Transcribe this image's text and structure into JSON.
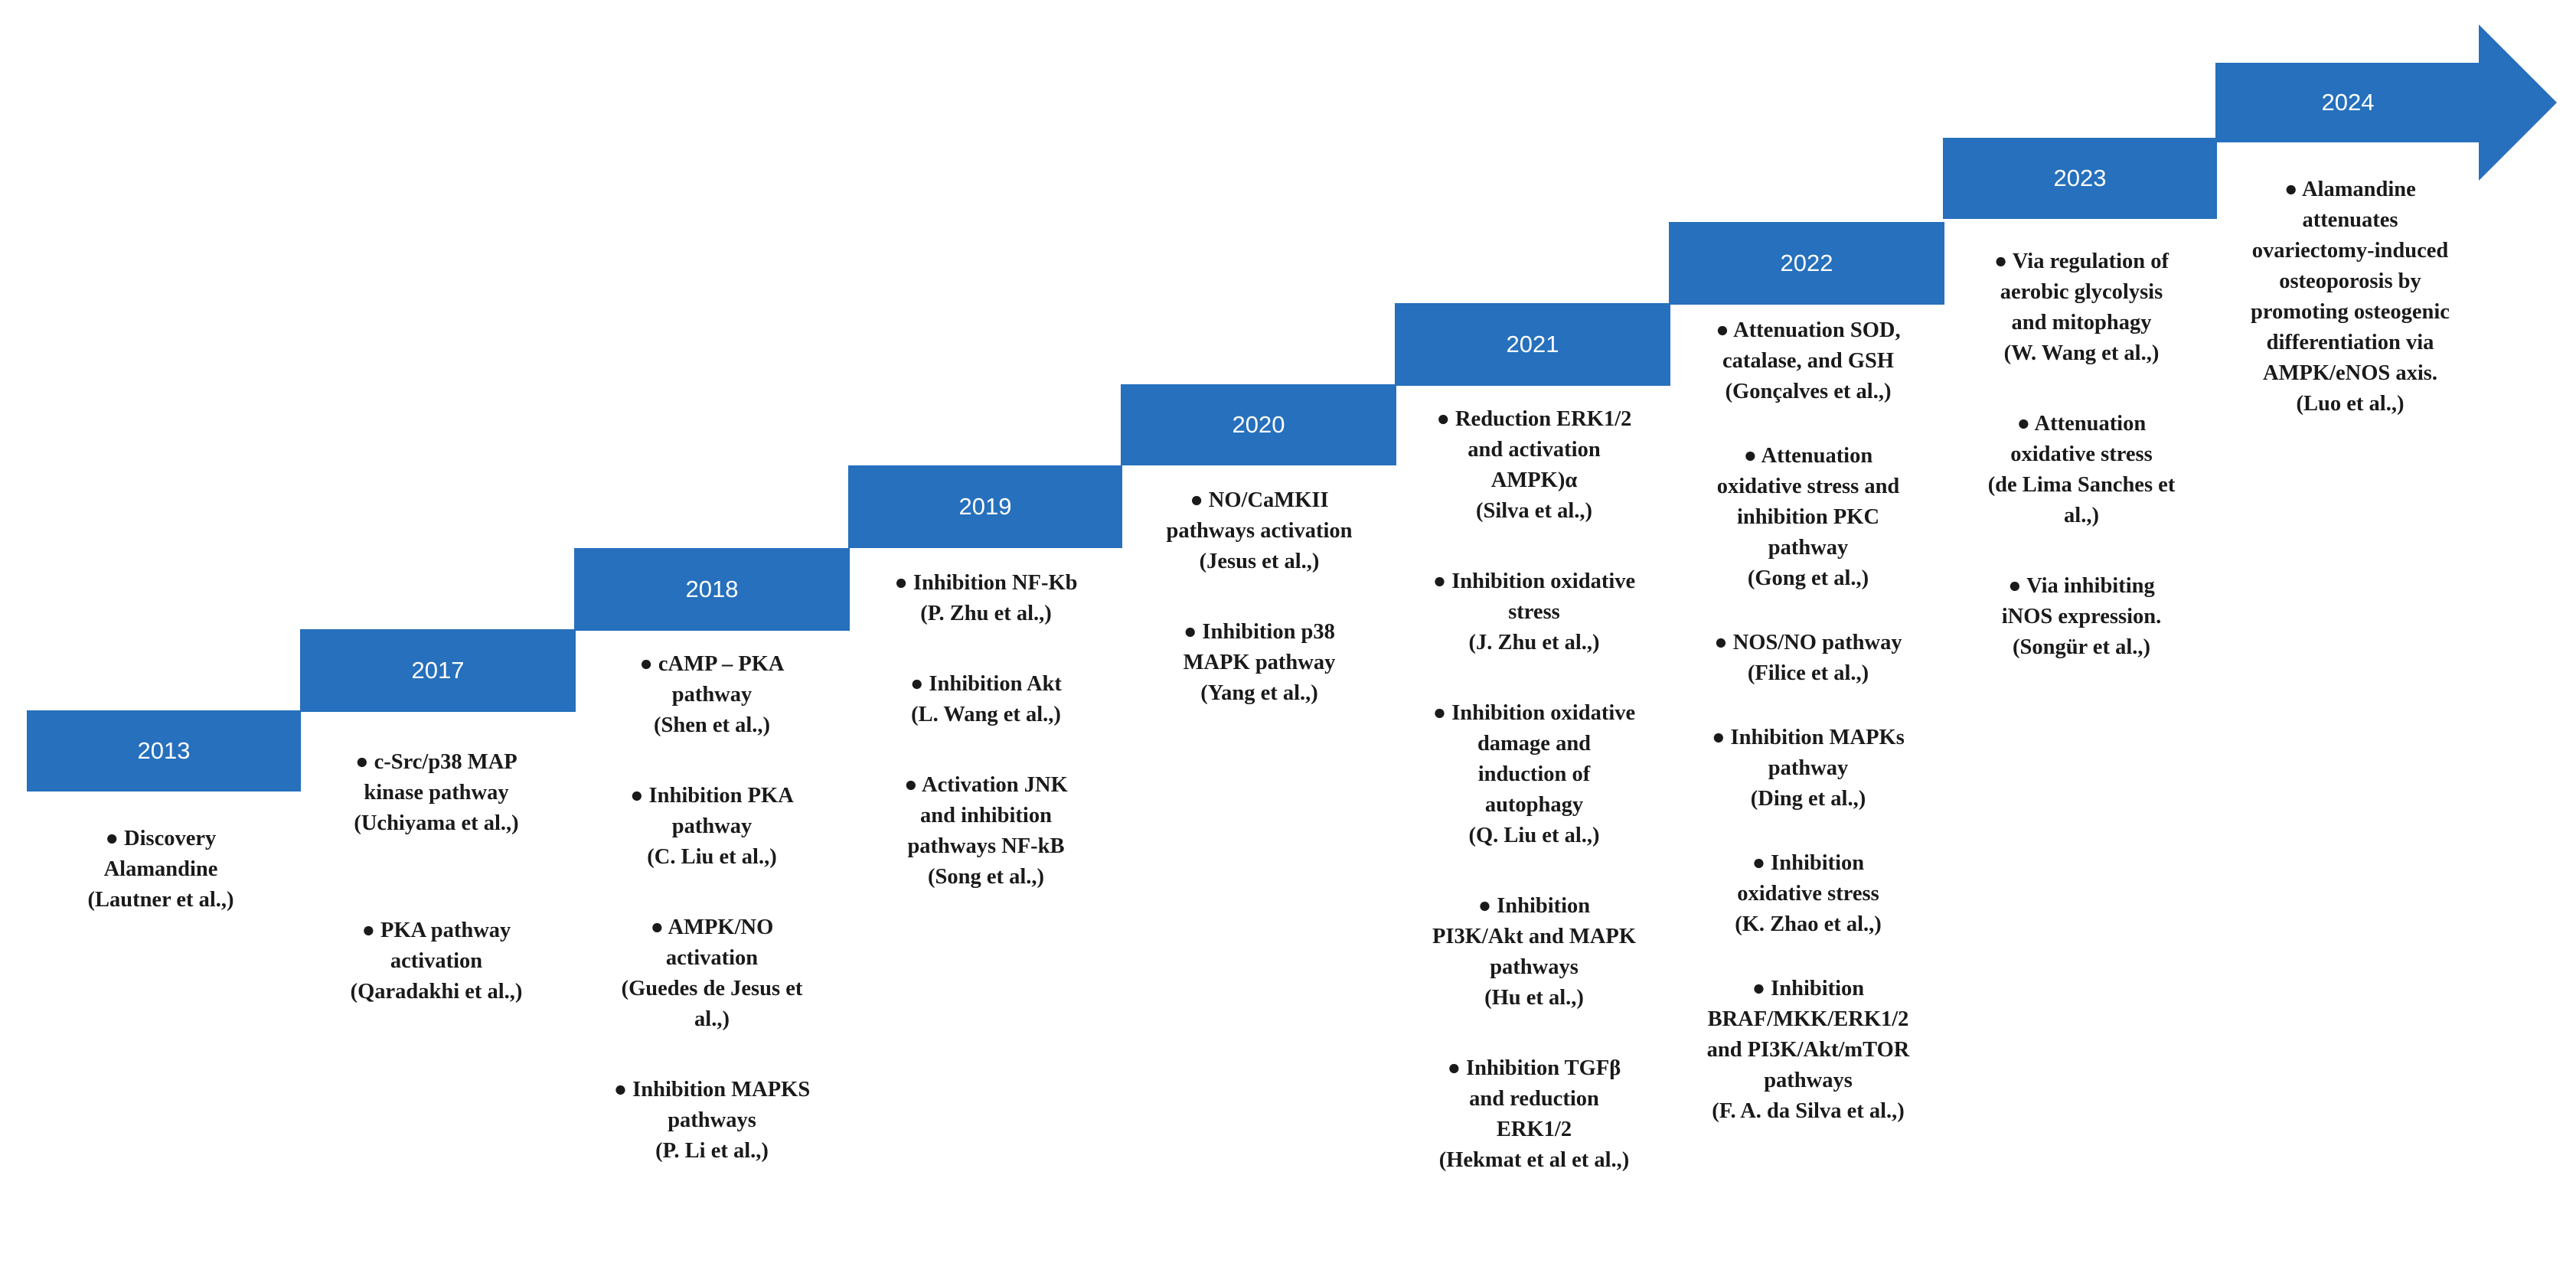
{
  "timeline": [
    {
      "year": "2013",
      "entries": [
        "● Discovery\nAlamandine\n(Lautner et al.,)"
      ]
    },
    {
      "year": "2017",
      "entries": [
        "● c-Src/p38 MAP\nkinase pathway\n(Uchiyama et al.,)",
        "● PKA pathway\nactivation\n(Qaradakhi et al.,)"
      ]
    },
    {
      "year": "2018",
      "entries": [
        "● cAMP – PKA\npathway\n(Shen et al.,)",
        "● Inhibition PKA\npathway\n(C. Liu et al.,)",
        "● AMPK/NO\nactivation\n(Guedes de Jesus et\nal.,)",
        "● Inhibition MAPKS\npathways\n(P. Li et al.,)"
      ]
    },
    {
      "year": "2019",
      "entries": [
        "● Inhibition NF-Kb\n(P. Zhu et al.,)",
        "● Inhibition Akt\n(L. Wang et al.,)",
        "● Activation JNK\nand inhibition\npathways NF-kB\n(Song et al.,)"
      ]
    },
    {
      "year": "2020",
      "entries": [
        "● NO/CaMKII\npathways activation\n(Jesus et al.,)",
        "● Inhibition p38\nMAPK pathway\n(Yang et al.,)"
      ]
    },
    {
      "year": "2021",
      "entries": [
        "● Reduction ERK1/2\nand activation\nAMPK)α\n(Silva et al.,)",
        "● Inhibition oxidative\nstress\n(J. Zhu et al.,)",
        "● Inhibition oxidative\ndamage and\ninduction of\nautophagy\n(Q. Liu et al.,)",
        "● Inhibition\nPI3K/Akt and MAPK\npathways\n(Hu et al.,)",
        "● Inhibition TGFβ\nand reduction\nERK1/2\n(Hekmat et al et al.,)"
      ]
    },
    {
      "year": "2022",
      "entries": [
        "● Attenuation SOD,\ncatalase, and GSH\n(Gonçalves et al.,)",
        "● Attenuation\noxidative stress and\ninhibition PKC\npathway\n(Gong et al.,)",
        "● NOS/NO pathway\n(Filice et al.,)",
        "● Inhibition MAPKs\npathway\n(Ding et al.,)",
        "● Inhibition\noxidative stress\n(K. Zhao et al.,)",
        "● Inhibition\nBRAF/MKK/ERK1/2\nand PI3K/Akt/mTOR\npathways\n(F. A. da Silva et al.,)"
      ]
    },
    {
      "year": "2023",
      "entries": [
        "● Via regulation of\naerobic glycolysis\nand mitophagy\n(W. Wang et al.,)",
        "● Attenuation\noxidative stress\n(de Lima Sanches et\nal.,)",
        "● Via inhibiting\niNOS expression.\n(Songür et al.,)"
      ]
    },
    {
      "year": "2024",
      "entries": [
        "● Alamandine\nattenuates\novariectomy-induced\nosteoporosis by\npromoting osteogenic\ndifferentiation via\nAMPK/eNOS axis.\n(Luo et al.,)"
      ]
    }
  ],
  "colors": {
    "step": "#2670bd",
    "step_text": "#ffffff",
    "text": "#1a1a1a"
  }
}
